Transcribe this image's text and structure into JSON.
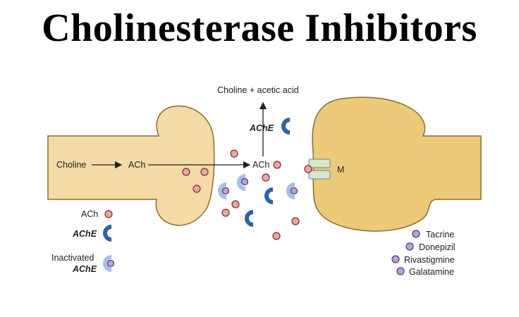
{
  "title": "Cholinesterase Inhibitors",
  "labels": {
    "choline_acetic": "Choline + acetic acid",
    "ache_top": "AChE",
    "choline": "Choline",
    "ach_pre": "ACh",
    "ach_cleft": "ACh",
    "receptor": "M"
  },
  "legend": {
    "ach": "ACh",
    "ache": "AChE",
    "inactivated_line1": "Inactivated",
    "inactivated_line2": "AChE"
  },
  "drugs": [
    "Tacrine",
    "Donepizil",
    "Rivastigmine",
    "Galatamine"
  ],
  "colors": {
    "neuron_pre": "#f4daa6",
    "neuron_post": "#edc97a",
    "neuron_outline": "#8a6d2c",
    "ache": "#2c63a4",
    "ache_inactive": "#a7bfe3",
    "ach": "#e7a7a4",
    "drug": "#b9a2d8",
    "receptor": "#d7e6d3"
  }
}
